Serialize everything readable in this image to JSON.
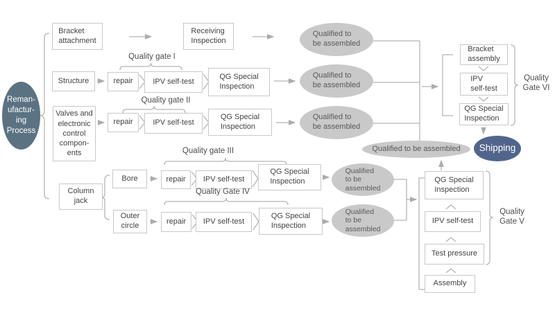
{
  "colors": {
    "box_border": "#c8c8c8",
    "box_text": "#424242",
    "line": "#b5b5b5",
    "gray_ellipse_fill": "#c9c9c9",
    "gray_ellipse_text": "#595959",
    "process_ellipse_fill": "#5b7282",
    "shipping_ellipse_fill": "#51658c",
    "label_text": "#4d4d4d"
  },
  "nodes": {
    "process": {
      "label": "Reman-\nufactur-\ning\nProcess"
    },
    "bracket_attachment": {
      "label": "Bracket\nattachment"
    },
    "receiving_inspection": {
      "label": "Receiving\nInspection"
    },
    "structure": {
      "label": "Structure"
    },
    "valves": {
      "label": "Valves and\nelectronic\ncontrol\ncompon-\nents"
    },
    "column_jack": {
      "label": "Column\njack"
    },
    "bore": {
      "label": "Bore"
    },
    "outer_circle": {
      "label": "Outer\ncircle"
    },
    "repair_structure": {
      "label": "repair"
    },
    "repair_valves": {
      "label": "repair"
    },
    "repair_bore": {
      "label": "repair"
    },
    "repair_outer": {
      "label": "repair"
    },
    "ipv_structure": {
      "label": "IPV self-test"
    },
    "ipv_valves": {
      "label": "IPV self-test"
    },
    "ipv_bore": {
      "label": "IPV self-test"
    },
    "ipv_outer": {
      "label": "IPV self-test"
    },
    "qg_structure": {
      "label": "QG Special\nInspection"
    },
    "qg_valves": {
      "label": "QG Special\nInspection"
    },
    "qg_bore": {
      "label": "QG Special\nInspection"
    },
    "qg_outer": {
      "label": "QG Special\nInspection"
    },
    "qualified_bracket": {
      "label": "Qualified to\nbe assembled"
    },
    "qualified_structure": {
      "label": "Qualified to\nbe assembled"
    },
    "qualified_valves": {
      "label": "Qualified to\nbe assembled"
    },
    "qualified_bore": {
      "label": "Qualified\nto be\nassembled"
    },
    "qualified_outer": {
      "label": "Qualified\nto be\nassembled"
    },
    "qualified_final": {
      "label": "Qualified to be assembled"
    },
    "bracket_assembly": {
      "label": "Bracket\nassembly"
    },
    "ipv_final": {
      "label": "IPV\nself-test"
    },
    "qg_final": {
      "label": "QG Special\nInspection"
    },
    "shipping": {
      "label": "Shipping"
    },
    "qg_column": {
      "label": "QG Special\nInspection"
    },
    "ipv_column": {
      "label": "IPV self-test"
    },
    "test_pressure": {
      "label": "Test pressure"
    },
    "assembly": {
      "label": "Assembly"
    }
  },
  "labels": {
    "gate1": "Quality gate I",
    "gate2": "Quality gate II",
    "gate3": "Quality gate III",
    "gate4": "Quality Gate IV",
    "gate5": "Quality\nGate V",
    "gate6": "Quality\nGate VI"
  }
}
